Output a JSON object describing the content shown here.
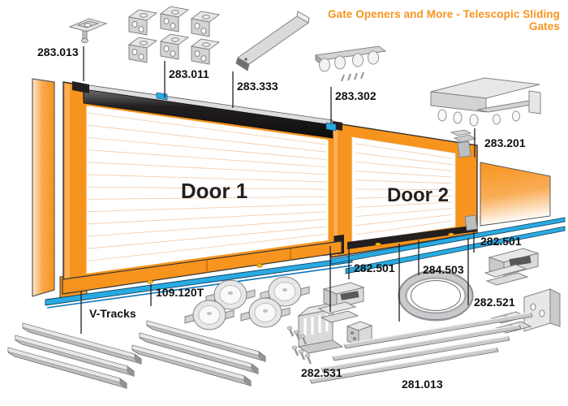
{
  "title": "Gate Openers and More - Telescopic Sliding Gates",
  "doors": {
    "door1": "Door 1",
    "door2": "Door 2"
  },
  "labels": {
    "p283_013": "283.013",
    "p283_011": "283.011",
    "p283_333": "283.333",
    "p283_302": "283.302",
    "p283_201": "283.201",
    "p282_501_right": "282.501",
    "p282_501_mid": "282.501",
    "p284_503": "284.503",
    "p282_521": "282.521",
    "p109_120T": "109.120T",
    "v_tracks": "V-Tracks",
    "p282_531": "282.531",
    "p281_013": "281.013"
  },
  "colors": {
    "accent_orange": "#F7941E",
    "track_blue": "#29ABE2",
    "rail_dark": "#231F20",
    "hardware_gray": "#D1D3D4",
    "label_text": "#111111"
  }
}
